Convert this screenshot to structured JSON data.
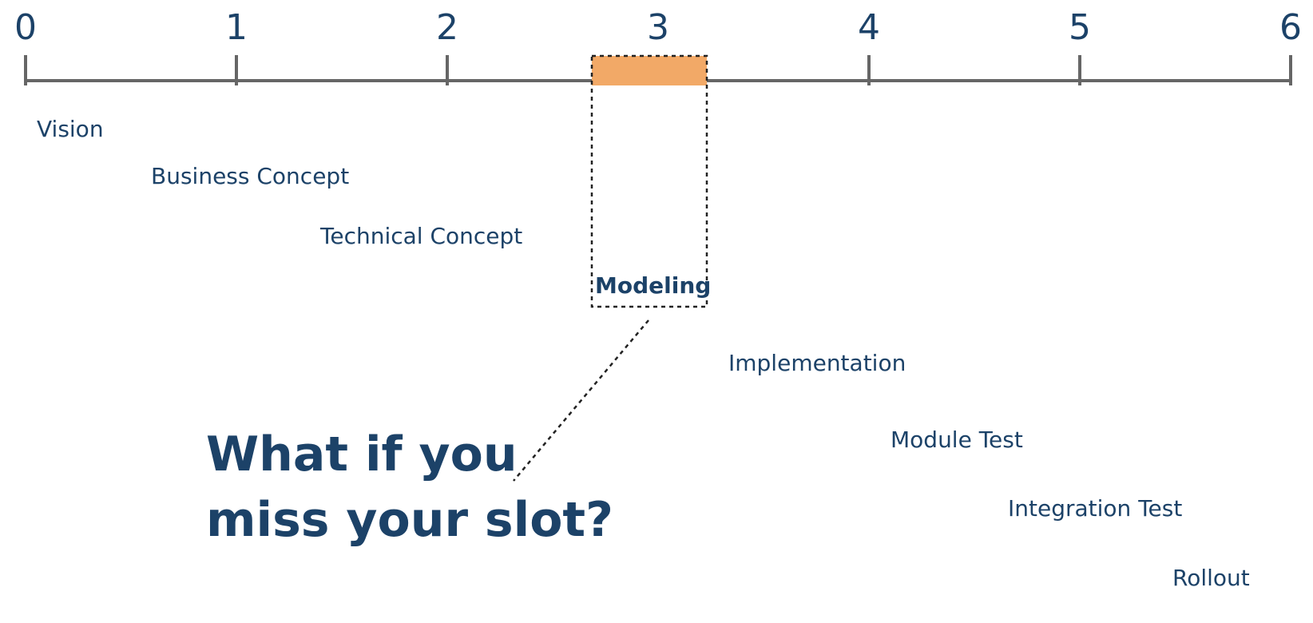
{
  "diagram": {
    "scale": {
      "ticks": [
        "0",
        "1",
        "2",
        "3",
        "4",
        "5",
        "6"
      ]
    },
    "phases": [
      {
        "label": "Vision",
        "highlighted": false
      },
      {
        "label": "Business Concept",
        "highlighted": false
      },
      {
        "label": "Technical Concept",
        "highlighted": false
      },
      {
        "label": "Modeling",
        "highlighted": true
      },
      {
        "label": "Implementation",
        "highlighted": false
      },
      {
        "label": "Module Test",
        "highlighted": false
      },
      {
        "label": "Integration Test",
        "highlighted": false
      },
      {
        "label": "Rollout",
        "highlighted": false
      }
    ],
    "question": {
      "line1": "What if you",
      "line2": "miss your slot?"
    },
    "colors": {
      "text": "#1c4268",
      "axis": "#666666",
      "slot": "#f2a967",
      "dotted_box": "#222222"
    }
  }
}
